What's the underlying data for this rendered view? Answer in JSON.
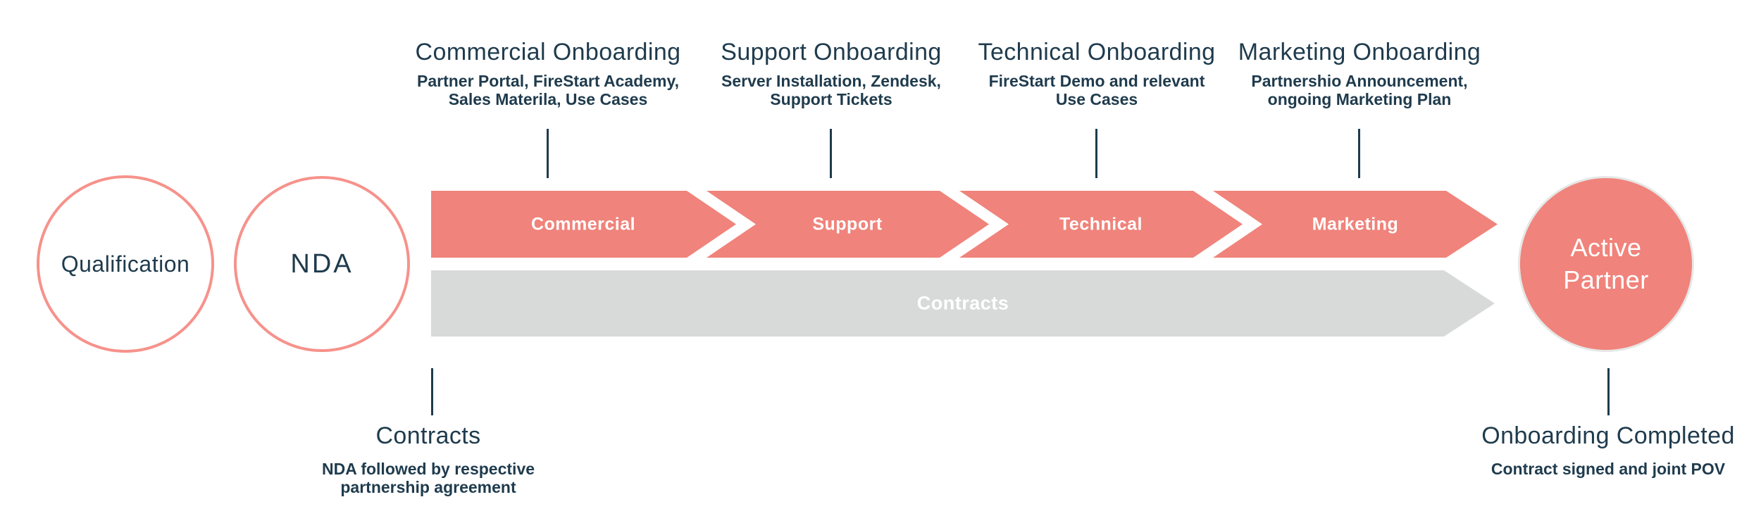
{
  "colors": {
    "coral": "#F0837B",
    "coral_outline": "#F6928B",
    "gray_bar": "#D8DADA",
    "navy_text": "#1F3B4D",
    "active_ring": "#E6E7E7"
  },
  "nodes": {
    "qualification": {
      "label": "Qualification"
    },
    "nda": {
      "label": "NDA"
    },
    "active_partner": {
      "line1": "Active",
      "line2": "Partner"
    }
  },
  "top_annotations": [
    {
      "title": "Commercial Onboarding",
      "line1": "Partner Portal, FireStart Academy,",
      "line2": "Sales Materila, Use Cases"
    },
    {
      "title": "Support Onboarding",
      "line1": "Server Installation, Zendesk,",
      "line2": "Support Tickets"
    },
    {
      "title": "Technical Onboarding",
      "line1": "FireStart Demo and relevant",
      "line2": "Use Cases"
    },
    {
      "title": "Marketing Onboarding",
      "line1": "Partnershio Announcement,",
      "line2": "ongoing Marketing Plan"
    }
  ],
  "stages": [
    {
      "label": "Commercial"
    },
    {
      "label": "Support"
    },
    {
      "label": "Technical"
    },
    {
      "label": "Marketing"
    }
  ],
  "contracts_bar": {
    "label": "Contracts"
  },
  "bottom_annotations": [
    {
      "title": "Contracts",
      "line1": "NDA followed by respective",
      "line2": "partnership agreement"
    },
    {
      "title": "Onboarding Completed",
      "line1": "Contract signed and joint POV"
    }
  ]
}
